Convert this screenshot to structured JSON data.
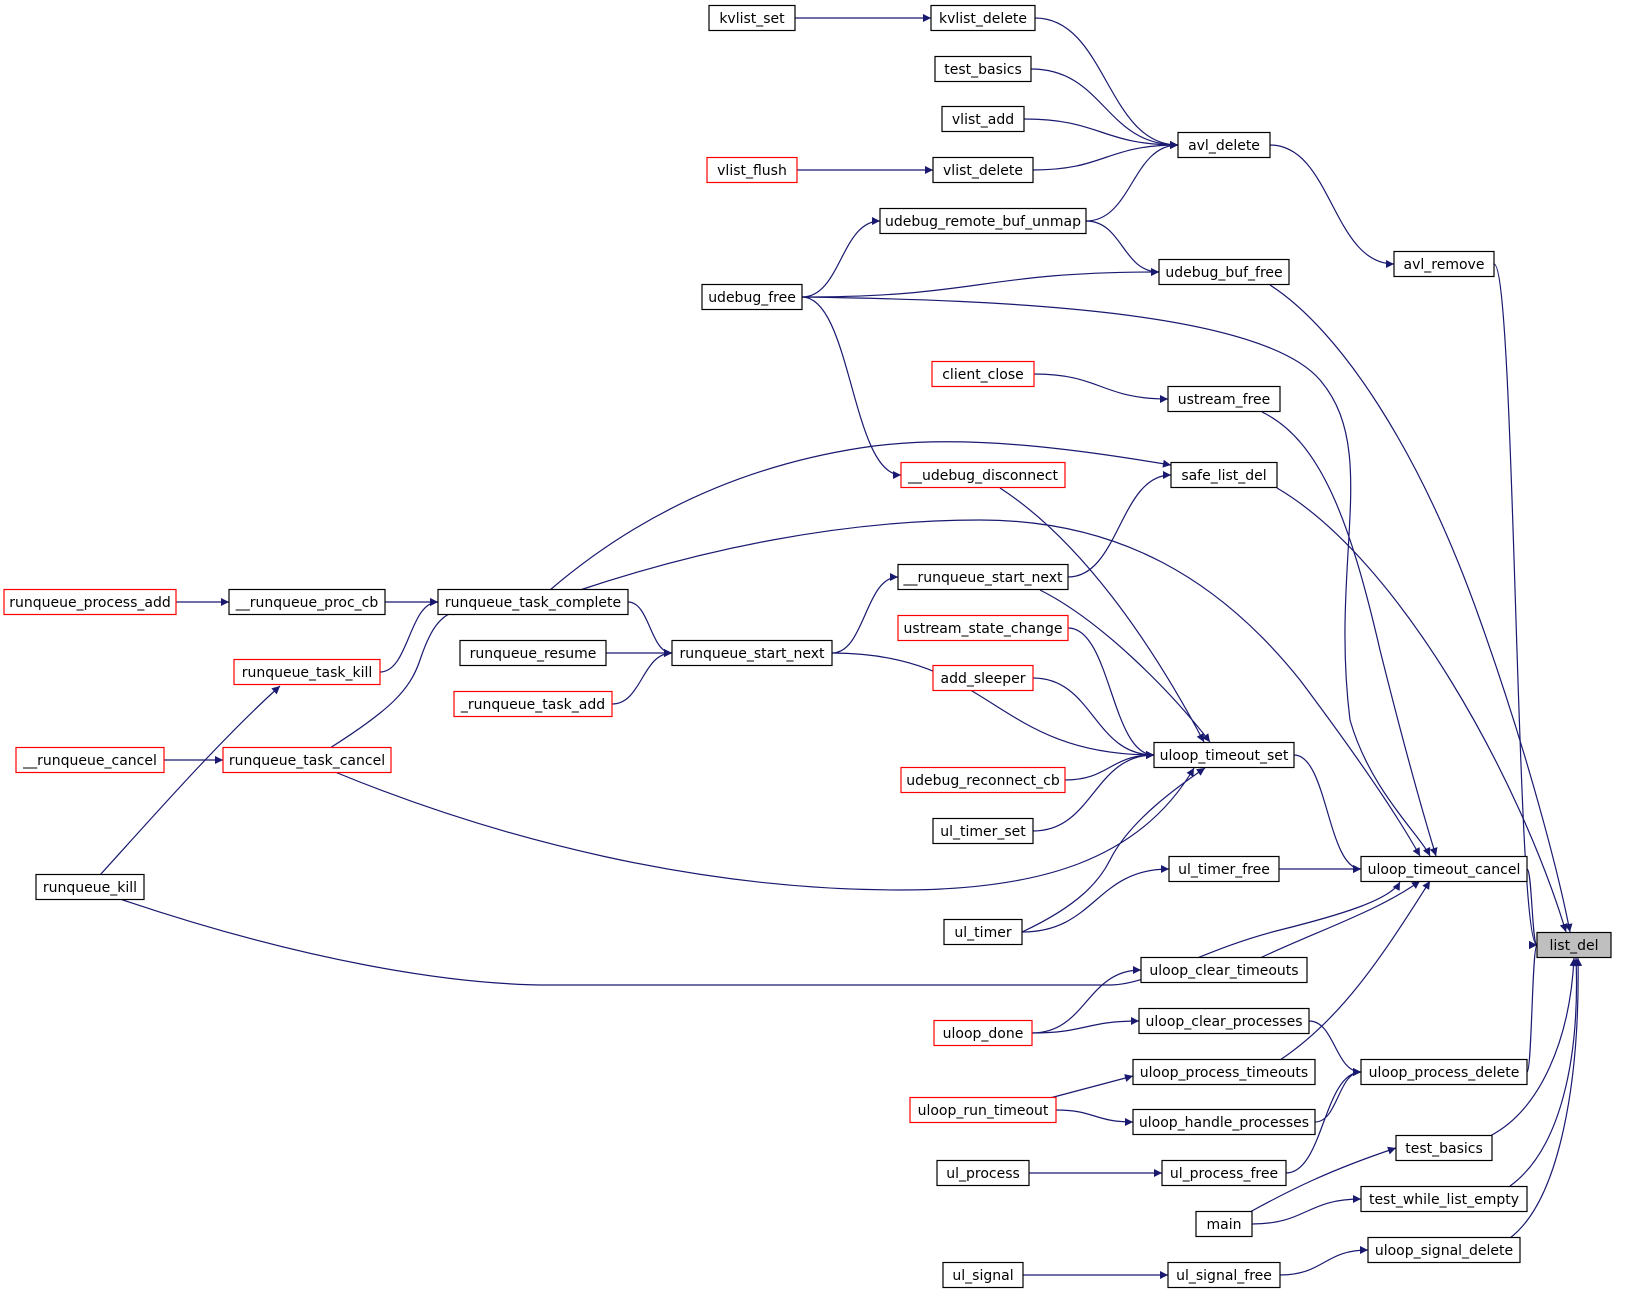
{
  "colors": {
    "edge": "#191970",
    "node_border": "#000000",
    "node_border_truncated": "#ff0000",
    "focus_fill": "#bfbfbf"
  },
  "nodes": [
    {
      "id": "list_del",
      "label": "list_del",
      "focus": true
    },
    {
      "id": "avl_remove",
      "label": "avl_remove"
    },
    {
      "id": "uloop_timeout_cancel",
      "label": "uloop_timeout_cancel"
    },
    {
      "id": "uloop_process_delete",
      "label": "uloop_process_delete"
    },
    {
      "id": "test_basics_2",
      "label": "test_basics"
    },
    {
      "id": "test_while_list_empty",
      "label": "test_while_list_empty"
    },
    {
      "id": "uloop_signal_delete",
      "label": "uloop_signal_delete"
    },
    {
      "id": "avl_delete",
      "label": "avl_delete"
    },
    {
      "id": "udebug_buf_free",
      "label": "udebug_buf_free"
    },
    {
      "id": "ustream_free",
      "label": "ustream_free"
    },
    {
      "id": "safe_list_del",
      "label": "safe_list_del"
    },
    {
      "id": "uloop_timeout_set",
      "label": "uloop_timeout_set"
    },
    {
      "id": "ul_timer_free",
      "label": "ul_timer_free"
    },
    {
      "id": "uloop_clear_timeouts",
      "label": "uloop_clear_timeouts"
    },
    {
      "id": "uloop_clear_processes",
      "label": "uloop_clear_processes"
    },
    {
      "id": "uloop_process_timeouts",
      "label": "uloop_process_timeouts"
    },
    {
      "id": "uloop_handle_processes",
      "label": "uloop_handle_processes"
    },
    {
      "id": "ul_process_free",
      "label": "ul_process_free"
    },
    {
      "id": "main",
      "label": "main"
    },
    {
      "id": "ul_signal_free",
      "label": "ul_signal_free"
    },
    {
      "id": "kvlist_delete",
      "label": "kvlist_delete"
    },
    {
      "id": "test_basics_1",
      "label": "test_basics"
    },
    {
      "id": "vlist_add",
      "label": "vlist_add"
    },
    {
      "id": "vlist_delete",
      "label": "vlist_delete"
    },
    {
      "id": "udebug_remote_buf_unmap",
      "label": "udebug_remote_buf_unmap"
    },
    {
      "id": "client_close",
      "label": "client_close",
      "truncated": true
    },
    {
      "id": "__udebug_disconnect",
      "label": "__udebug_disconnect",
      "truncated": true
    },
    {
      "id": "__runqueue_start_next",
      "label": "__runqueue_start_next"
    },
    {
      "id": "ustream_state_change",
      "label": "ustream_state_change",
      "truncated": true
    },
    {
      "id": "add_sleeper",
      "label": "add_sleeper",
      "truncated": true
    },
    {
      "id": "udebug_reconnect_cb",
      "label": "udebug_reconnect_cb",
      "truncated": true
    },
    {
      "id": "ul_timer_set",
      "label": "ul_timer_set"
    },
    {
      "id": "ul_timer",
      "label": "ul_timer"
    },
    {
      "id": "uloop_done",
      "label": "uloop_done",
      "truncated": true
    },
    {
      "id": "uloop_run_timeout",
      "label": "uloop_run_timeout",
      "truncated": true
    },
    {
      "id": "ul_process",
      "label": "ul_process"
    },
    {
      "id": "ul_signal",
      "label": "ul_signal"
    },
    {
      "id": "kvlist_set",
      "label": "kvlist_set"
    },
    {
      "id": "vlist_flush",
      "label": "vlist_flush",
      "truncated": true
    },
    {
      "id": "udebug_free",
      "label": "udebug_free"
    },
    {
      "id": "runqueue_start_next",
      "label": "runqueue_start_next"
    },
    {
      "id": "runqueue_resume",
      "label": "runqueue_resume"
    },
    {
      "id": "_runqueue_task_add",
      "label": "_runqueue_task_add",
      "truncated": true
    },
    {
      "id": "runqueue_task_complete",
      "label": "runqueue_task_complete"
    },
    {
      "id": "__runqueue_proc_cb",
      "label": "__runqueue_proc_cb"
    },
    {
      "id": "runqueue_process_add",
      "label": "runqueue_process_add",
      "truncated": true
    },
    {
      "id": "runqueue_task_kill",
      "label": "runqueue_task_kill",
      "truncated": true
    },
    {
      "id": "runqueue_task_cancel",
      "label": "runqueue_task_cancel",
      "truncated": true
    },
    {
      "id": "__runqueue_cancel",
      "label": "__runqueue_cancel",
      "truncated": true
    },
    {
      "id": "runqueue_kill",
      "label": "runqueue_kill"
    }
  ],
  "edges": [
    {
      "from": "avl_remove",
      "to": "list_del"
    },
    {
      "from": "uloop_timeout_cancel",
      "to": "list_del"
    },
    {
      "from": "uloop_process_delete",
      "to": "list_del"
    },
    {
      "from": "test_basics_2",
      "to": "list_del"
    },
    {
      "from": "test_while_list_empty",
      "to": "list_del"
    },
    {
      "from": "uloop_signal_delete",
      "to": "list_del"
    },
    {
      "from": "udebug_buf_free",
      "to": "list_del"
    },
    {
      "from": "safe_list_del",
      "to": "list_del"
    },
    {
      "from": "avl_delete",
      "to": "avl_remove"
    },
    {
      "from": "kvlist_delete",
      "to": "avl_delete"
    },
    {
      "from": "test_basics_1",
      "to": "avl_delete"
    },
    {
      "from": "vlist_add",
      "to": "avl_delete"
    },
    {
      "from": "vlist_delete",
      "to": "avl_delete"
    },
    {
      "from": "udebug_remote_buf_unmap",
      "to": "avl_delete"
    },
    {
      "from": "kvlist_set",
      "to": "kvlist_delete"
    },
    {
      "from": "vlist_flush",
      "to": "vlist_delete"
    },
    {
      "from": "udebug_free",
      "to": "udebug_remote_buf_unmap"
    },
    {
      "from": "udebug_remote_buf_unmap",
      "to": "udebug_buf_free"
    },
    {
      "from": "udebug_free",
      "to": "udebug_buf_free"
    },
    {
      "from": "udebug_free",
      "to": "uloop_timeout_cancel"
    },
    {
      "from": "udebug_free",
      "to": "__udebug_disconnect"
    },
    {
      "from": "client_close",
      "to": "ustream_free"
    },
    {
      "from": "ustream_free",
      "to": "uloop_timeout_cancel"
    },
    {
      "from": "runqueue_task_complete",
      "to": "safe_list_del"
    },
    {
      "from": "__runqueue_start_next",
      "to": "safe_list_del"
    },
    {
      "from": "runqueue_task_complete",
      "to": "uloop_timeout_cancel"
    },
    {
      "from": "__udebug_disconnect",
      "to": "uloop_timeout_set"
    },
    {
      "from": "__runqueue_start_next",
      "to": "uloop_timeout_set"
    },
    {
      "from": "ustream_state_change",
      "to": "uloop_timeout_set"
    },
    {
      "from": "add_sleeper",
      "to": "uloop_timeout_set"
    },
    {
      "from": "udebug_reconnect_cb",
      "to": "uloop_timeout_set"
    },
    {
      "from": "ul_timer_set",
      "to": "uloop_timeout_set"
    },
    {
      "from": "ul_timer",
      "to": "uloop_timeout_set"
    },
    {
      "from": "runqueue_start_next",
      "to": "uloop_timeout_set"
    },
    {
      "from": "runqueue_task_cancel",
      "to": "uloop_timeout_set"
    },
    {
      "from": "uloop_timeout_set",
      "to": "uloop_timeout_cancel"
    },
    {
      "from": "ul_timer",
      "to": "ul_timer_free"
    },
    {
      "from": "ul_timer_free",
      "to": "uloop_timeout_cancel"
    },
    {
      "from": "uloop_clear_timeouts",
      "to": "uloop_timeout_cancel"
    },
    {
      "from": "uloop_process_timeouts",
      "to": "uloop_timeout_cancel"
    },
    {
      "from": "runqueue_kill",
      "to": "uloop_timeout_cancel"
    },
    {
      "from": "uloop_done",
      "to": "uloop_clear_timeouts"
    },
    {
      "from": "uloop_done",
      "to": "uloop_clear_processes"
    },
    {
      "from": "uloop_clear_processes",
      "to": "uloop_process_delete"
    },
    {
      "from": "uloop_handle_processes",
      "to": "uloop_process_delete"
    },
    {
      "from": "ul_process_free",
      "to": "uloop_process_delete"
    },
    {
      "from": "uloop_run_timeout",
      "to": "uloop_process_timeouts"
    },
    {
      "from": "uloop_run_timeout",
      "to": "uloop_handle_processes"
    },
    {
      "from": "ul_process",
      "to": "ul_process_free"
    },
    {
      "from": "main",
      "to": "test_basics_2"
    },
    {
      "from": "main",
      "to": "test_while_list_empty"
    },
    {
      "from": "ul_signal",
      "to": "ul_signal_free"
    },
    {
      "from": "ul_signal_free",
      "to": "uloop_signal_delete"
    },
    {
      "from": "runqueue_start_next",
      "to": "__runqueue_start_next"
    },
    {
      "from": "runqueue_resume",
      "to": "runqueue_start_next"
    },
    {
      "from": "_runqueue_task_add",
      "to": "runqueue_start_next"
    },
    {
      "from": "runqueue_task_complete",
      "to": "runqueue_start_next"
    },
    {
      "from": "__runqueue_proc_cb",
      "to": "runqueue_task_complete"
    },
    {
      "from": "runqueue_process_add",
      "to": "__runqueue_proc_cb"
    },
    {
      "from": "runqueue_task_kill",
      "to": "runqueue_task_complete"
    },
    {
      "from": "runqueue_task_cancel",
      "to": "runqueue_task_complete"
    },
    {
      "from": "__runqueue_cancel",
      "to": "runqueue_task_cancel"
    },
    {
      "from": "runqueue_kill",
      "to": "runqueue_task_kill"
    }
  ]
}
